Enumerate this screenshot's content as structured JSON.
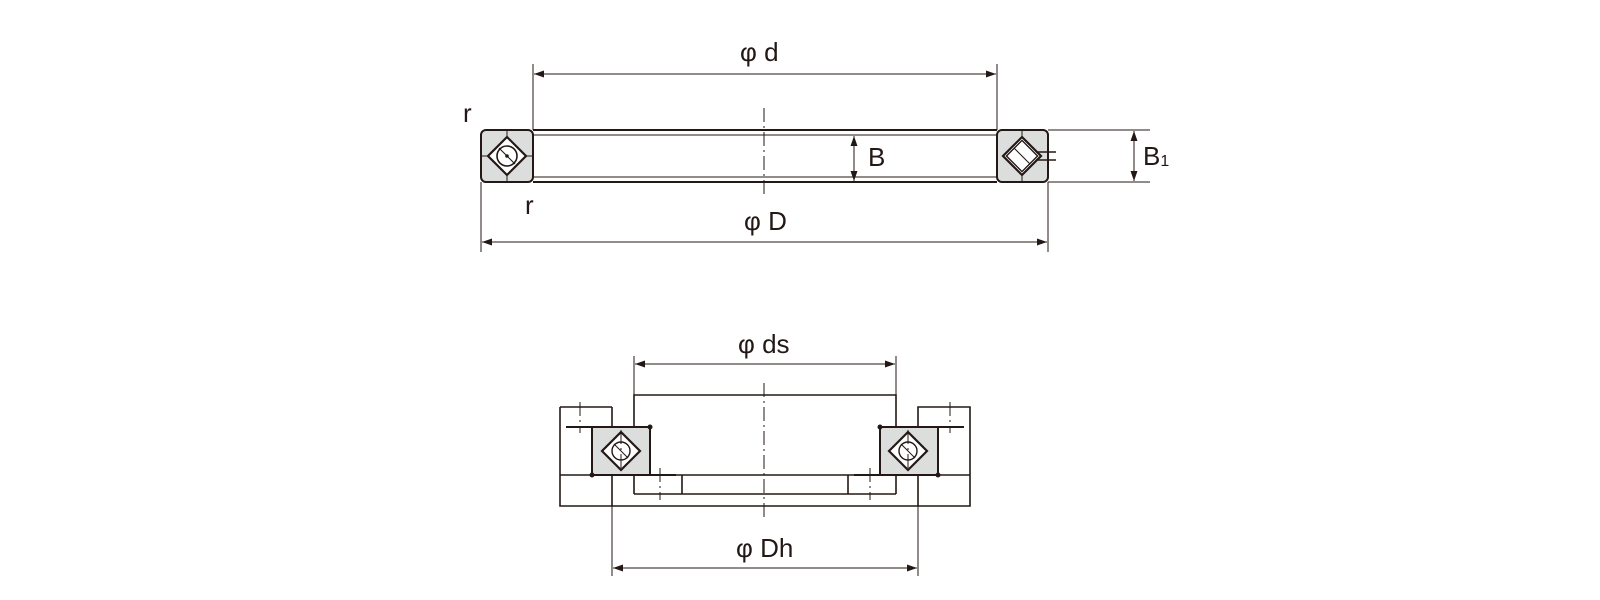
{
  "top_view": {
    "labels": {
      "bore_diameter": "φ d",
      "outer_diameter": "φ D",
      "inner_width": "B",
      "outer_width_base": "B",
      "outer_width_sub": "1",
      "chamfer_top": "r",
      "chamfer_bottom": "r"
    }
  },
  "mounting_view": {
    "labels": {
      "shaft_diameter": "φ ds",
      "housing_diameter": "φ Dh"
    }
  },
  "colors": {
    "line": "#231815",
    "section_fill": "#dcdddd",
    "background": "#ffffff"
  }
}
